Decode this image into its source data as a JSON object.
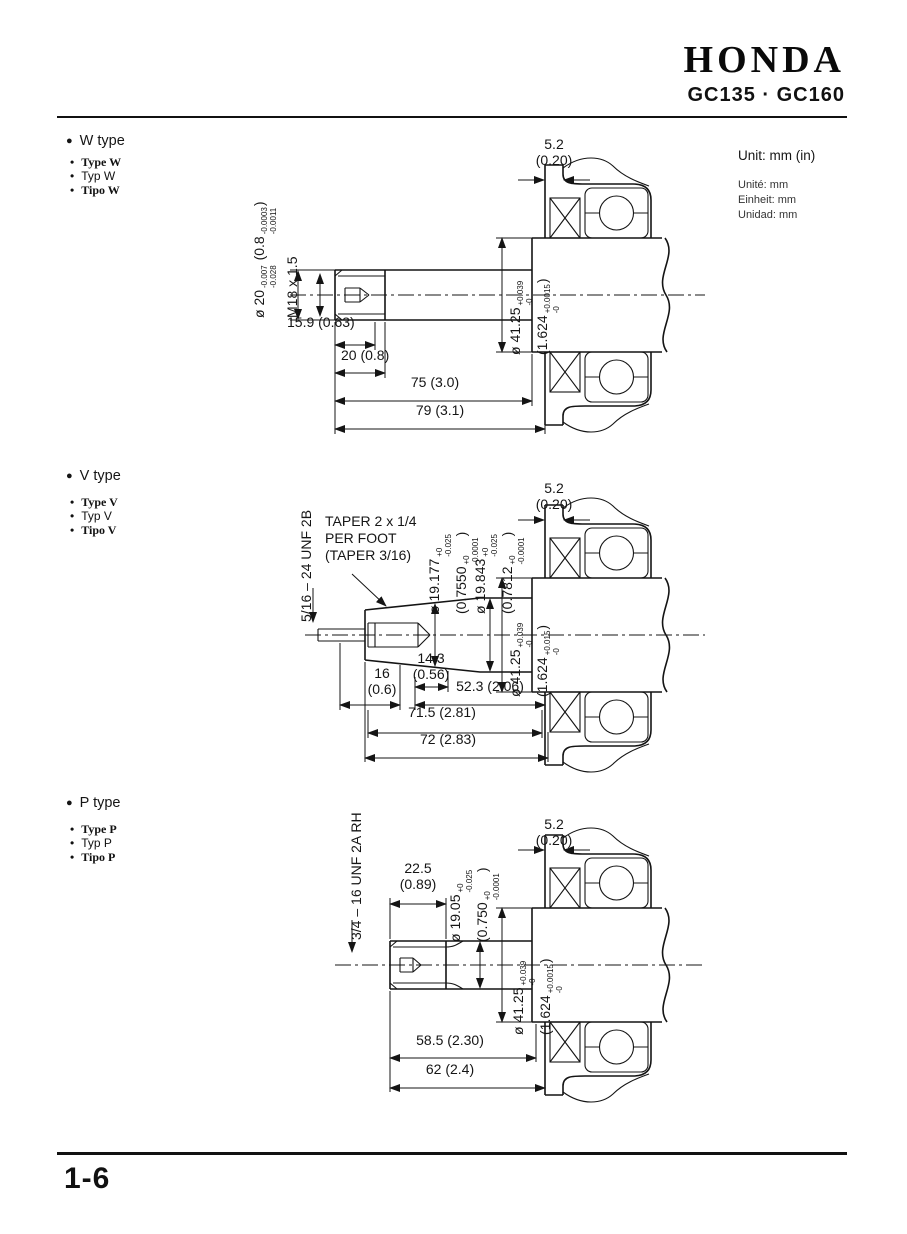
{
  "header": {
    "brand": "HONDA",
    "models": "GC135 · GC160"
  },
  "unit_block": {
    "main": "Unit: mm (in)",
    "fr": "Unité: mm",
    "de": "Einheit: mm",
    "es": "Unidad: mm"
  },
  "footer": {
    "page": "1-6"
  },
  "w": {
    "title": "W type",
    "bullets": [
      "Type W",
      "Typ W",
      "Tipo W"
    ],
    "wall_mm": "5.2",
    "wall_in": "(0.20)",
    "thread": "M18 x 1.5",
    "shaft_dia": {
      "pre": "ø 20",
      "tol_top": "-0.007",
      "tol_bot": "-0.028",
      "mid": "(0.8",
      "tol_top2": "-0.0003",
      "tol_bot2": "-0.0011",
      "post": ")"
    },
    "bearing_dia": {
      "l1_pre": "ø 41.25",
      "l1_top": "+0.039",
      "l1_bot": "-0",
      "l2_pre": "(1.624",
      "l2_top": "+0.0015",
      "l2_bot": "-0",
      "l2_post": ")"
    },
    "dim_159": "15.9 (0.63)",
    "dim_20": "20 (0.8)",
    "dim_75": "75 (3.0)",
    "dim_79": "79 (3.1)"
  },
  "v": {
    "title": "V type",
    "bullets": [
      "Type V",
      "Typ V",
      "Tipo V"
    ],
    "wall_mm": "5.2",
    "wall_in": "(0.20)",
    "taper_note_1": "TAPER 2 x 1/4",
    "taper_note_2": "PER FOOT",
    "taper_note_3": "(TAPER 3/16)",
    "thread": "5/16 – 24 UNF 2B",
    "dia_small": {
      "l1_pre": "ø 19.177",
      "l1_top": "+0",
      "l1_bot": "-0.025",
      "l2_pre": "(0.7550",
      "l2_top": "+0",
      "l2_bot": "-0.0001",
      "l2_post": ")"
    },
    "dia_large": {
      "l1_pre": "ø 19.843",
      "l1_top": "+0",
      "l1_bot": "-0.025",
      "l2_pre": "(0.7812",
      "l2_top": "+0",
      "l2_bot": "-0.0001",
      "l2_post": ")"
    },
    "bearing_dia": {
      "l1_pre": "ø 41.25",
      "l1_top": "+0.039",
      "l1_bot": "-0",
      "l2_pre": "(1.624",
      "l2_top": "+0.015",
      "l2_bot": "-0",
      "l2_post": ")"
    },
    "dim_143_mm": "14.3",
    "dim_143_in": "(0.56)",
    "dim_16_mm": "16",
    "dim_16_in": "(0.6)",
    "dim_523": "52.3 (2.06)",
    "dim_715": "71.5 (2.81)",
    "dim_72": "72 (2.83)"
  },
  "p": {
    "title": "P type",
    "bullets": [
      "Type P",
      "Typ P",
      "Tipo P"
    ],
    "wall_mm": "5.2",
    "wall_in": "(0.20)",
    "thread": "3/4 – 16 UNF 2A RH",
    "dim_225_mm": "22.5",
    "dim_225_in": "(0.89)",
    "dia": {
      "l1_pre": "ø 19.05",
      "l1_top": "+0",
      "l1_bot": "-0.025",
      "l2_pre": "(0.750",
      "l2_top": "+0",
      "l2_bot": "-0.0001",
      "l2_post": ")"
    },
    "bearing_dia": {
      "l1_pre": "ø 41.25",
      "l1_top": "+0.039",
      "l1_bot": "-0",
      "l2_pre": "(1.624",
      "l2_top": "+0.0015",
      "l2_bot": "-0",
      "l2_post": ")"
    },
    "dim_585": "58.5 (2.30)",
    "dim_62": "62 (2.4)"
  }
}
